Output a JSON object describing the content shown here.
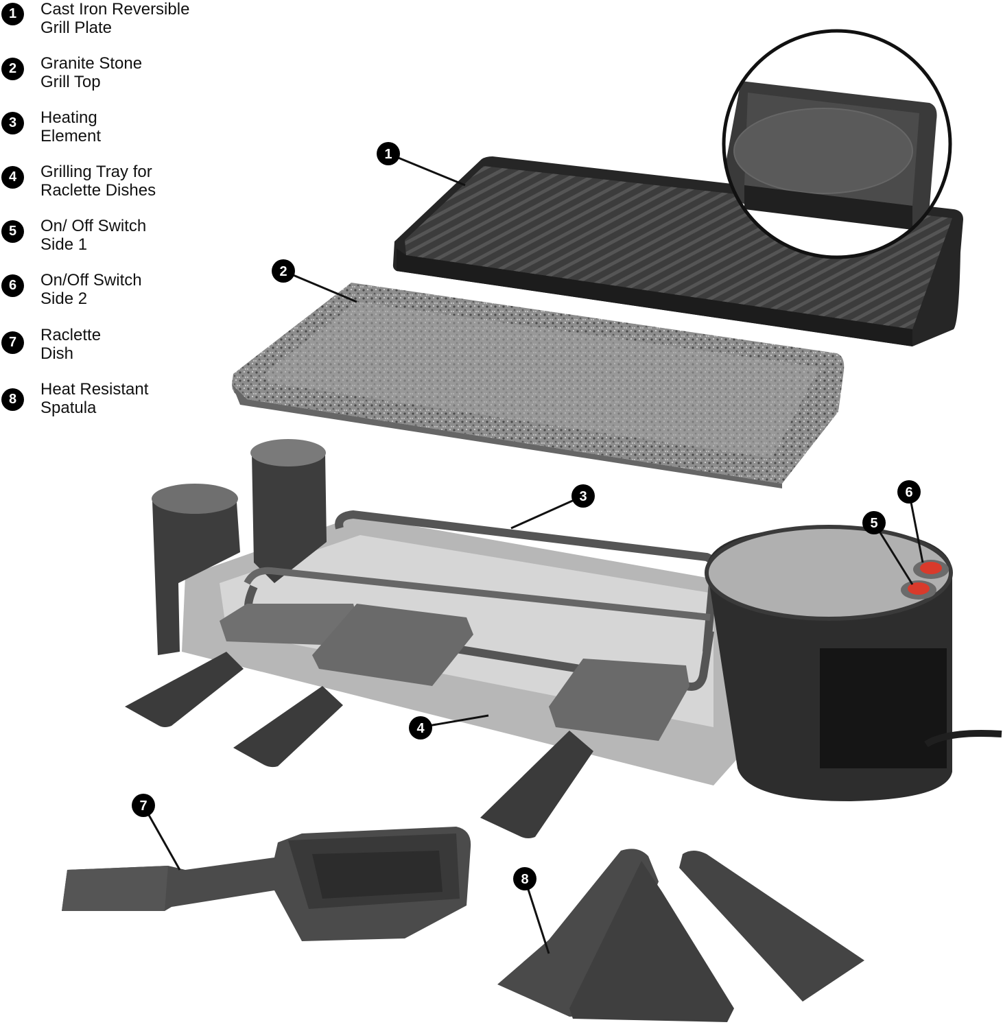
{
  "legend": [
    {
      "number": "1",
      "line1": "Cast Iron Reversible",
      "line2": "Grill Plate"
    },
    {
      "number": "2",
      "line1": "Granite Stone",
      "line2": "Grill Top"
    },
    {
      "number": "3",
      "line1": "Heating",
      "line2": "Element"
    },
    {
      "number": "4",
      "line1": "Grilling Tray for",
      "line2": "Raclette Dishes"
    },
    {
      "number": "5",
      "line1": "On/ Off Switch",
      "line2": "Side 1"
    },
    {
      "number": "6",
      "line1": "On/Off Switch",
      "line2": "Side 2"
    },
    {
      "number": "7",
      "line1": "Raclette",
      "line2": "Dish"
    },
    {
      "number": "8",
      "line1": "Heat Resistant",
      "line2": "Spatula"
    }
  ],
  "callouts": [
    "1",
    "2",
    "3",
    "4",
    "5",
    "6",
    "7",
    "8"
  ],
  "colors": {
    "badge": "#000000",
    "plate": "#3a3a3a",
    "granite": "#8a8a8a",
    "metal": "#9c9c9c",
    "switch": "#d93a2b"
  }
}
